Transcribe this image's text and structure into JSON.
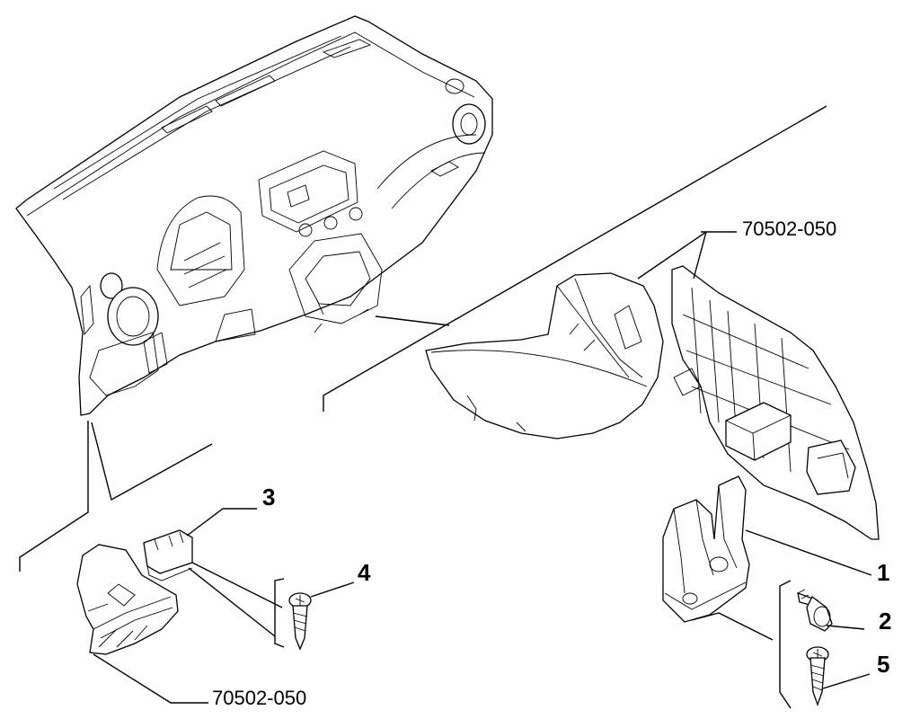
{
  "callouts": {
    "ref_top": "70502-050",
    "ref_bottom": "70502-050",
    "part_1": "1",
    "part_2": "2",
    "part_3": "3",
    "part_4": "4",
    "part_5": "5"
  }
}
